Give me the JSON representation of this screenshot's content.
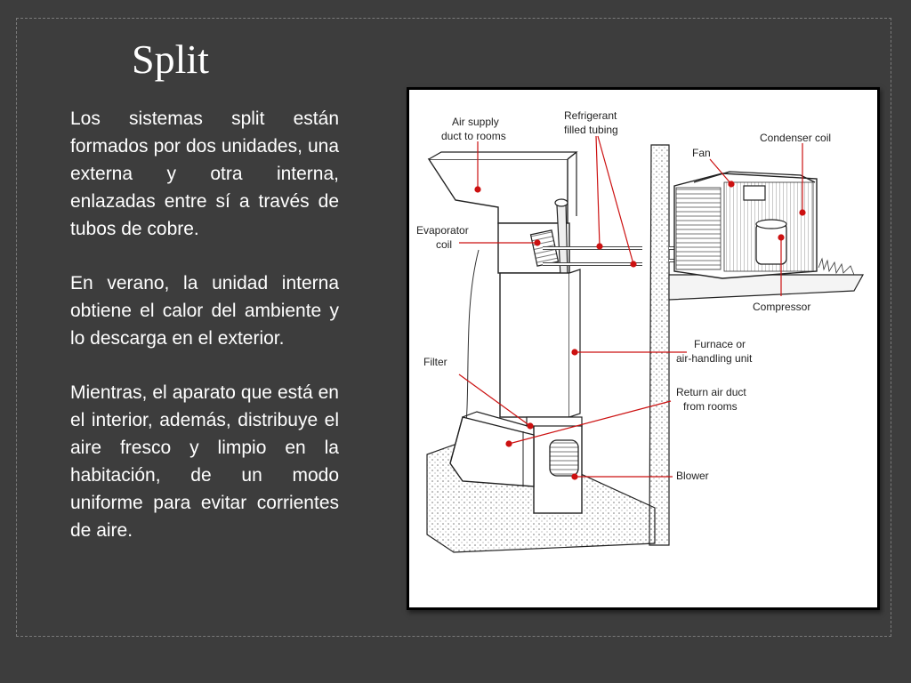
{
  "slide": {
    "title": "Split",
    "paragraphs": [
      "Los sistemas split están formados por dos unidades, una externa y otra interna, enlazadas entre sí a través de tubos de cobre.",
      "En verano, la unidad interna obtiene el calor del ambiente y lo descarga en el exterior.",
      "Mientras, el aparato que está en el interior, además, distribuye el aire fresco y limpio en la habitación, de un modo uniforme para evitar corrientes de aire."
    ]
  },
  "diagram": {
    "accent_color": "#cc1111",
    "labels": {
      "air_supply_1": "Air supply",
      "air_supply_2": "duct to rooms",
      "refrigerant_1": "Refrigerant",
      "refrigerant_2": "filled tubing",
      "condenser": "Condenser coil",
      "fan": "Fan",
      "evaporator_1": "Evaporator",
      "evaporator_2": "coil",
      "compressor": "Compressor",
      "furnace_1": "Furnace or",
      "furnace_2": "air-handling unit",
      "filter": "Filter",
      "return_1": "Return air duct",
      "return_2": "from rooms",
      "blower": "Blower"
    }
  }
}
